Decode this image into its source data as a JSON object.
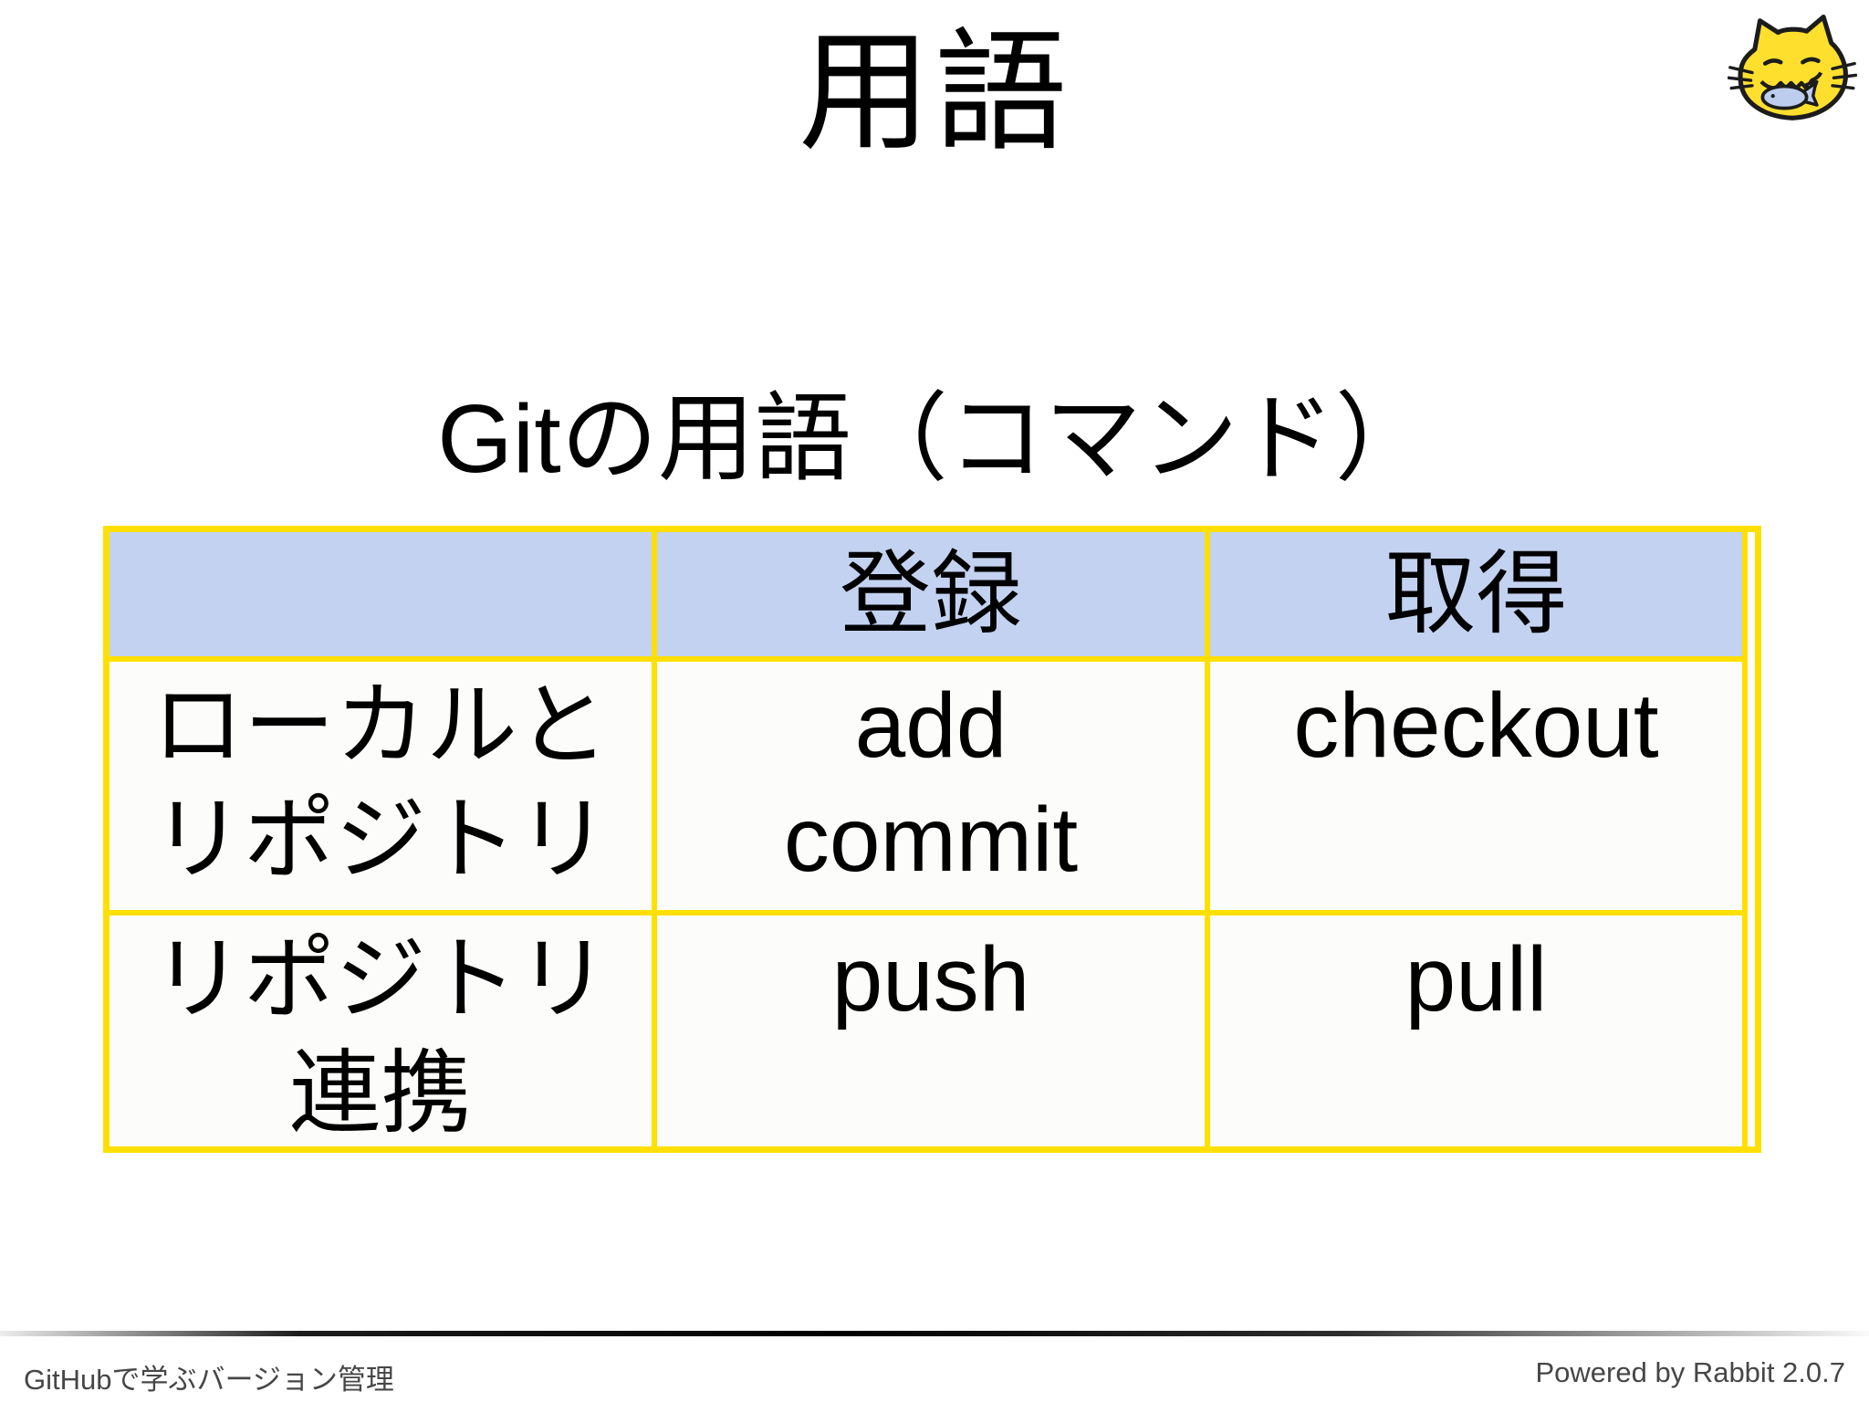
{
  "slide": {
    "title": "用語",
    "subtitle": "Gitの用語（コマンド）"
  },
  "table": {
    "headers": {
      "corner": "",
      "register": "登録",
      "acquire": "取得"
    },
    "rows": [
      {
        "label": [
          "ローカルと",
          "リポジトリ"
        ],
        "register": [
          "add",
          "commit"
        ],
        "acquire": [
          "checkout"
        ]
      },
      {
        "label": [
          "リポジトリ",
          "連携"
        ],
        "register": [
          "push"
        ],
        "acquire": [
          "pull"
        ]
      }
    ]
  },
  "footer": {
    "left": "GitHubで学ぶバージョン管理",
    "right": "Powered by Rabbit 2.0.7"
  },
  "icons": {
    "logo": "cat-with-fish-icon"
  },
  "colors": {
    "table_border": "#ffdf00",
    "table_header_bg": "#c3d2f0",
    "table_cell_bg": "#fcfdfa",
    "cat_yellow": "#ffdf2e",
    "fish_blue": "#bccdee",
    "footer_text": "#464646",
    "text": "#000000"
  }
}
